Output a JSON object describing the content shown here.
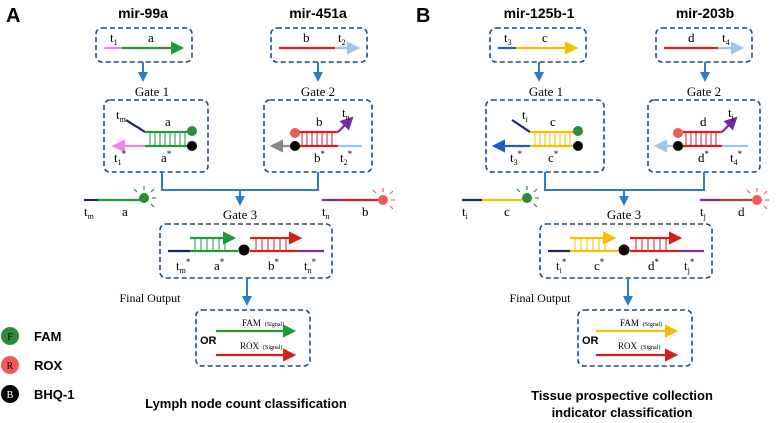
{
  "panels": [
    {
      "letter": "A",
      "mirna": [
        "mir-99a",
        "mir-451a"
      ],
      "input1": {
        "t": "t",
        "tsub": "1",
        "d": "a"
      },
      "input2": {
        "d": "b",
        "t": "t",
        "tsub": "2"
      },
      "gate1": {
        "label": "Gate 1",
        "tm": "t",
        "tmsub": "m",
        "a": "a",
        "t1s": "t",
        "t1ssub": "1",
        "as": "a"
      },
      "gate2": {
        "label": "Gate 2",
        "b": "b",
        "tn": "t",
        "tnsub": "n",
        "bs": "b",
        "t2s": "t",
        "t2ssub": "2"
      },
      "out_left": {
        "t": "t",
        "tsub": "m",
        "d": "a"
      },
      "out_right": {
        "t": "t",
        "tsub": "n",
        "d": "b"
      },
      "gate3": {
        "label": "Gate 3",
        "l1": "t",
        "l1sub": "m",
        "l2": "a",
        "l3": "b",
        "l4": "t",
        "l4sub": "n"
      },
      "final_output": "Final Output",
      "out_box": {
        "fam": "FAM",
        "rox": "ROX",
        "signal": "(Signal)",
        "or": "OR"
      },
      "caption": [
        "Lymph node count classification"
      ]
    },
    {
      "letter": "B",
      "mirna": [
        "mir-125b-1",
        "mir-203b"
      ],
      "input1": {
        "t": "t",
        "tsub": "3",
        "d": "c"
      },
      "input2": {
        "d": "d",
        "t": "t",
        "tsub": "4"
      },
      "gate1": {
        "label": "Gate 1",
        "tm": "t",
        "tmsub": "i",
        "a": "c",
        "t1s": "t",
        "t1ssub": "3",
        "as": "c"
      },
      "gate2": {
        "label": "Gate 2",
        "b": "d",
        "tn": "t",
        "tnsub": "j",
        "bs": "d",
        "t2s": "t",
        "t2ssub": "4"
      },
      "out_left": {
        "t": "t",
        "tsub": "i",
        "d": "c"
      },
      "out_right": {
        "t": "t",
        "tsub": "j",
        "d": "d"
      },
      "gate3": {
        "label": "Gate 3",
        "l1": "t",
        "l1sub": "i",
        "l2": "c",
        "l3": "d",
        "l4": "t",
        "l4sub": "j"
      },
      "final_output": "Final Output",
      "out_box": {
        "fam": "FAM",
        "rox": "ROX",
        "signal": "(Signal)",
        "or": "OR"
      },
      "caption": [
        "Tissue prospective collection",
        "indicator  classification"
      ]
    }
  ],
  "legend": [
    {
      "glyph": "F",
      "label": "FAM",
      "color": "#2e8b3a"
    },
    {
      "glyph": "R",
      "label": "ROX",
      "color": "#f05a5a"
    },
    {
      "glyph": "B",
      "label": "BHQ-1",
      "color": "#000000"
    }
  ],
  "colors": {
    "flow": "#2f7cc8",
    "box": "#1f4e79",
    "green": "#1f9a3a",
    "pink": "#ee82ee",
    "red": "#d42020",
    "lightblue": "#9ec5e8",
    "purple": "#7a2a9a",
    "navy": "#1b2a5a",
    "yellow": "#f2c200",
    "blue": "#1f5fc0",
    "brown": "#b2441a"
  }
}
